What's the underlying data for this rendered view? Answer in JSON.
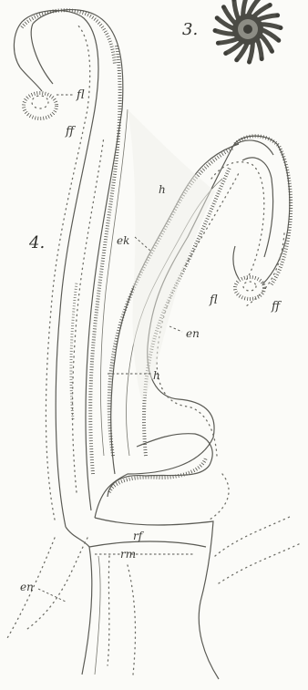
{
  "figure_numbers": {
    "top_right": "3.",
    "main": "4."
  },
  "labels": {
    "fl_top": "fl",
    "ff_top": "ff",
    "h_top": "h",
    "ek": "ek",
    "fl_right": "fl",
    "ff_right": "ff",
    "en_right": "en",
    "h_middle": "h",
    "rf": "rf",
    "rm": "rm",
    "en_bottom": "en"
  },
  "colors": {
    "ink": "#5b5b55",
    "paper": "#fbfbf8"
  }
}
